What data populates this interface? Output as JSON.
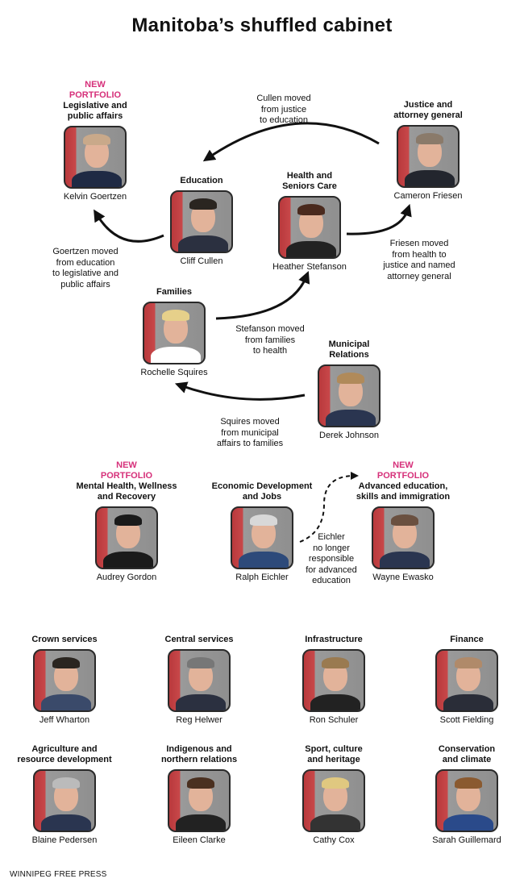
{
  "title": "Manitoba’s shuffled cabinet",
  "new_label": "NEW\nPORTFOLIO",
  "people": [
    {
      "portfolio": "Legislative and\npublic affairs",
      "name": "Kelvin Goertzen",
      "new": true,
      "hair": "#c9a98a",
      "suit": "#1f2a44"
    },
    {
      "portfolio": "Education",
      "name": "Cliff Cullen",
      "new": false,
      "hair": "#2a2520",
      "suit": "#2b3040"
    },
    {
      "portfolio": "Health and\nSeniors Care",
      "name": "Heather Stefanson",
      "new": false,
      "hair": "#4a2a1e",
      "suit": "#222"
    },
    {
      "portfolio": "Justice and\nattorney general",
      "name": "Cameron Friesen",
      "new": false,
      "hair": "#8a7a6a",
      "suit": "#23262e"
    },
    {
      "portfolio": "Families",
      "name": "Rochelle Squires",
      "new": false,
      "hair": "#e6d08a",
      "suit": "#fff"
    },
    {
      "portfolio": "Municipal\nRelations",
      "name": "Derek Johnson",
      "new": false,
      "hair": "#b08a5a",
      "suit": "#2a3550"
    },
    {
      "portfolio": "Mental Health, Wellness\nand Recovery",
      "name": "Audrey Gordon",
      "new": true,
      "hair": "#1a1a1a",
      "suit": "#1a1a1a"
    },
    {
      "portfolio": "Economic Development\nand Jobs",
      "name": "Ralph Eichler",
      "new": false,
      "hair": "#d8d8d8",
      "suit": "#2d4a7a"
    },
    {
      "portfolio": "Advanced education,\nskills and immigration",
      "name": "Wayne Ewasko",
      "new": true,
      "hair": "#6a5040",
      "suit": "#2a3550"
    },
    {
      "portfolio": "Crown services",
      "name": "Jeff Wharton",
      "new": false,
      "hair": "#2a2520",
      "suit": "#3a4a6a"
    },
    {
      "portfolio": "Central services",
      "name": "Reg Helwer",
      "new": false,
      "hair": "#777",
      "suit": "#2b3040"
    },
    {
      "portfolio": "Infrastructure",
      "name": "Ron Schuler",
      "new": false,
      "hair": "#9a7a50",
      "suit": "#222"
    },
    {
      "portfolio": "Finance",
      "name": "Scott Fielding",
      "new": false,
      "hair": "#b08a6a",
      "suit": "#2a2d38"
    },
    {
      "portfolio": "Agriculture and\nresource development",
      "name": "Blaine Pedersen",
      "new": false,
      "hair": "#bbb",
      "suit": "#2a3550"
    },
    {
      "portfolio": "Indigenous and\nnorthern relations",
      "name": "Eileen Clarke",
      "new": false,
      "hair": "#4a3020",
      "suit": "#222"
    },
    {
      "portfolio": "Sport, culture\nand heritage",
      "name": "Cathy Cox",
      "new": false,
      "hair": "#e0c880",
      "suit": "#333"
    },
    {
      "portfolio": "Conservation\nand climate",
      "name": "Sarah Guillemard",
      "new": false,
      "hair": "#8a5a30",
      "suit": "#2a4a8a"
    }
  ],
  "notes": [
    "Cullen moved\nfrom justice\nto education",
    "Goertzen moved\nfrom education\nto legislative and\npublic affairs",
    "Friesen moved\nfrom health to\njustice and named\nattorney general",
    "Stefanson moved\nfrom families\nto health",
    "Squires moved\nfrom municipal\naffairs to families",
    "Eichler\nno longer\nresponsible\nfor advanced\neducation"
  ],
  "footer": "WINNIPEG FREE PRESS",
  "colors": {
    "accent": "#d6307a",
    "text": "#111111"
  }
}
